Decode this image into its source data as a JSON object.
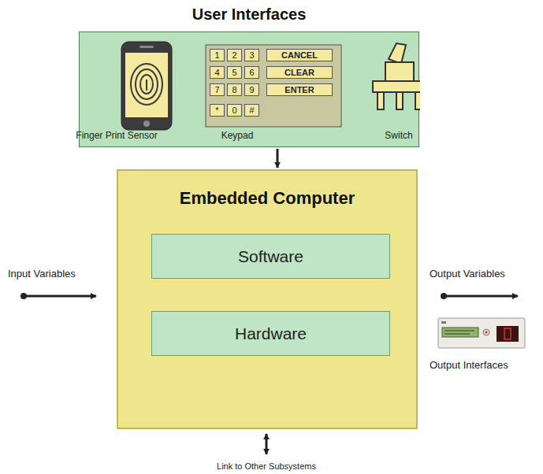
{
  "diagram": {
    "nodes": [
      {
        "text": [
          "User Interfaces"
        ]
      },
      {
        "text": [
          "Embedded Computer"
        ]
      },
      {
        "text": [
          "Software"
        ],
        "in": 1
      },
      {
        "text": [
          "Hardware"
        ],
        "in": 1
      }
    ],
    "edges": [
      {
        "from": 0,
        "to": 1,
        "arrow": "to"
      }
    ],
    "labels": [
      "1",
      "2",
      "3",
      "CANCEL",
      "4",
      "5",
      "6",
      "CLEAR",
      "7",
      "8",
      "9",
      "ENTER",
      "*",
      "0",
      "#",
      "Finger Print Sensor",
      "Keypad",
      "Switch",
      "Input Variables",
      "Output Variables",
      "Output Interfaces",
      "Link to Other Subsystems"
    ]
  }
}
